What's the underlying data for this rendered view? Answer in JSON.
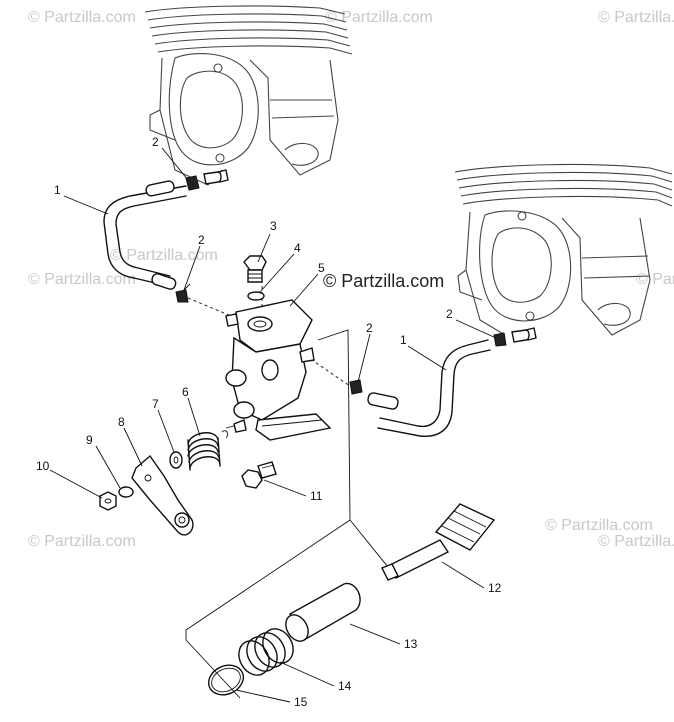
{
  "watermark": {
    "text": "© Partzilla.com",
    "color": "#bdbdbd",
    "main_color": "#222222"
  },
  "callouts": [
    {
      "id": "c2a",
      "label": "2"
    },
    {
      "id": "c1a",
      "label": "1"
    },
    {
      "id": "c2b",
      "label": "2"
    },
    {
      "id": "c3",
      "label": "3"
    },
    {
      "id": "c4",
      "label": "4"
    },
    {
      "id": "c5",
      "label": "5"
    },
    {
      "id": "c2c",
      "label": "2"
    },
    {
      "id": "c2d",
      "label": "2"
    },
    {
      "id": "c1b",
      "label": "1"
    },
    {
      "id": "c6",
      "label": "6"
    },
    {
      "id": "c7",
      "label": "7"
    },
    {
      "id": "c8",
      "label": "8"
    },
    {
      "id": "c9",
      "label": "9"
    },
    {
      "id": "c10",
      "label": "10"
    },
    {
      "id": "c11",
      "label": "11"
    },
    {
      "id": "c12",
      "label": "12"
    },
    {
      "id": "c13",
      "label": "13"
    },
    {
      "id": "c14",
      "label": "14"
    },
    {
      "id": "c15",
      "label": "15"
    }
  ]
}
